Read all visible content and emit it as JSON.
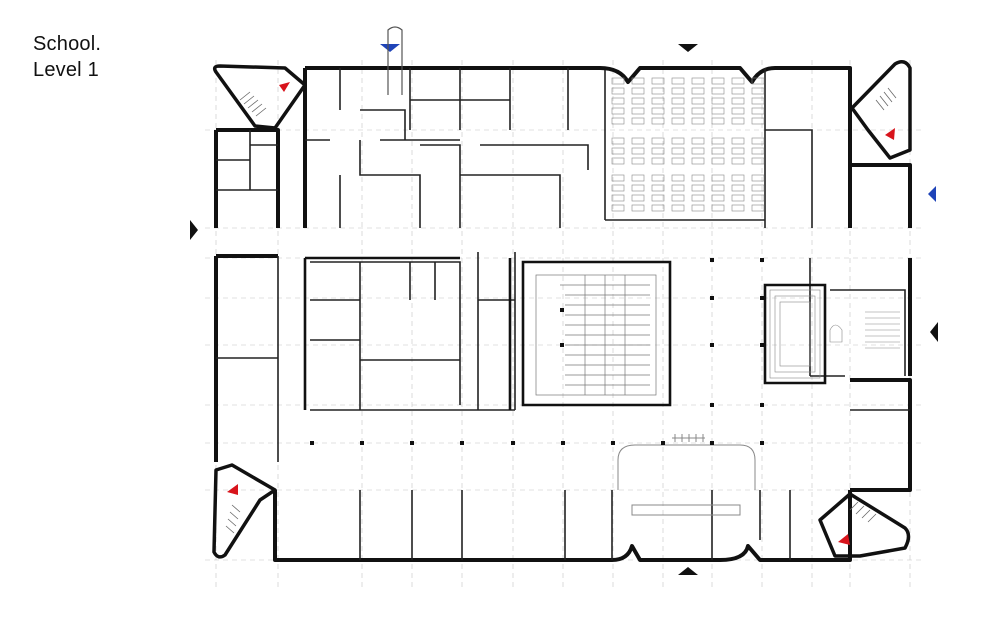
{
  "title": {
    "line1": "School.",
    "line2": "Level 1"
  },
  "colors": {
    "wall": "#111111",
    "partition": "#333333",
    "grid": "#bbbbbb",
    "furniture": "#888888",
    "entrance_marker": "#111111",
    "accent_red": "#d8141c",
    "accent_blue": "#1f44b8"
  },
  "markers": {
    "entrances": [
      "north",
      "south",
      "west",
      "east"
    ],
    "red_stair_markers": 4,
    "blue_markers": 2
  }
}
